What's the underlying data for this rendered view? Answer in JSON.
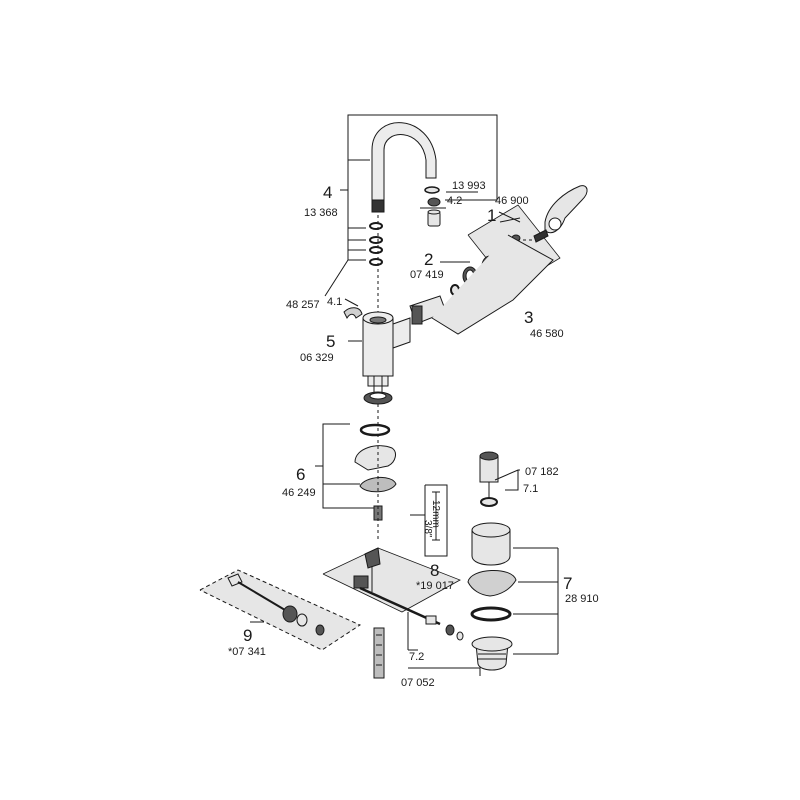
{
  "labels": {
    "p1": {
      "num": "1",
      "code": "46 900"
    },
    "p2": {
      "num": "2",
      "code": "07 419"
    },
    "p3": {
      "num": "3",
      "code": "46 580"
    },
    "p4": {
      "num": "4",
      "code": "13 368"
    },
    "p4_1": {
      "num": "4.1",
      "code": "48 257"
    },
    "p4_2": {
      "num": "4.2",
      "code": "13 993"
    },
    "p5": {
      "num": "5",
      "code": "06 329"
    },
    "p6": {
      "num": "6",
      "code": "46 249"
    },
    "p7": {
      "num": "7",
      "code": "28 910"
    },
    "p7_1": {
      "num": "7.1",
      "code": "07 182"
    },
    "p7_2": {
      "num": "7.2",
      "code": "07 052"
    },
    "p8": {
      "num": "8",
      "code": "*19 017",
      "dim_a": "12mm",
      "dim_b": "3/8\""
    },
    "p9": {
      "num": "9",
      "code": "*07 341"
    }
  },
  "colors": {
    "line": "#1a1a1a",
    "fill_light": "#e6e6e6",
    "fill_mid": "#bdbdbd",
    "fill_dark": "#555555"
  }
}
